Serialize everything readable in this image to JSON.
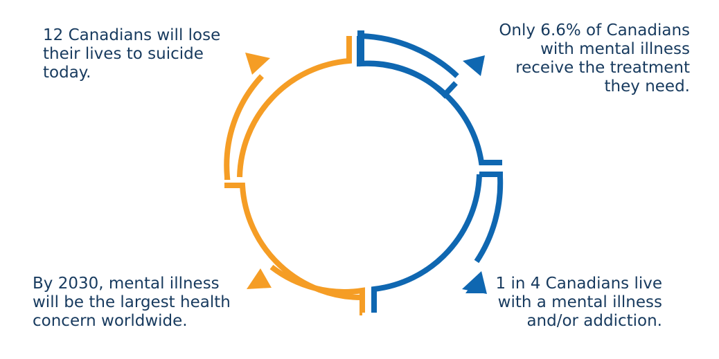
{
  "colors": {
    "blue": "#0f67b1",
    "orange": "#f59d25",
    "text": "#173a5e"
  },
  "stats": {
    "top_left": {
      "lines": [
        "12 Canadians will lose",
        "their lives to suicide",
        "today."
      ],
      "arrow_color": "orange"
    },
    "top_right": {
      "lines": [
        "Only 6.6% of Canadians",
        "with mental illness",
        "receive the treatment",
        "they need."
      ],
      "arrow_color": "blue"
    },
    "bottom_right": {
      "lines": [
        "1 in 4 Canadians live",
        "with a mental illness",
        "and/or addiction."
      ],
      "arrow_color": "blue"
    },
    "bottom_left": {
      "lines": [
        "By 2030, mental illness",
        "will be the largest health",
        "concern worldwide."
      ],
      "arrow_color": "orange"
    }
  }
}
